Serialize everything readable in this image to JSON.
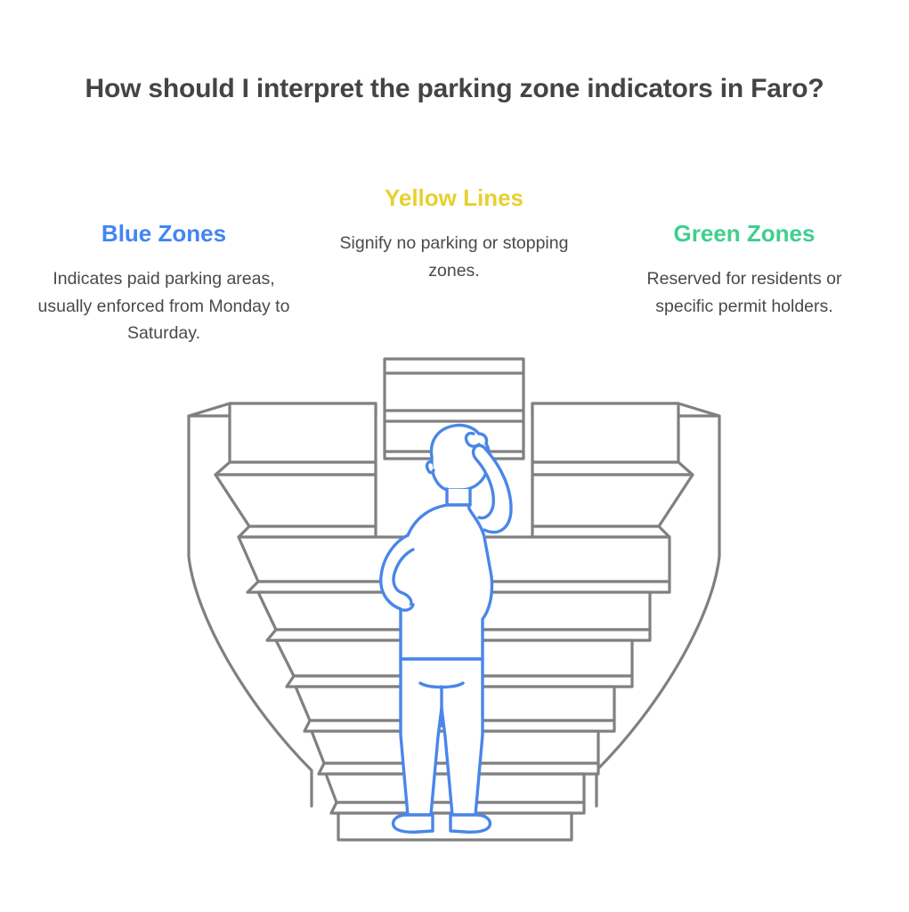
{
  "page": {
    "title": "How should I interpret the parking zone indicators in Faro?",
    "background_color": "#ffffff",
    "text_color": "#4a4a4a"
  },
  "zones": [
    {
      "heading": "Blue Zones",
      "description": "Indicates paid parking areas, usually enforced from Monday to Saturday.",
      "color": "#4285f4"
    },
    {
      "heading": "Yellow Lines",
      "description": "Signify no parking or stopping zones.",
      "color": "#e8d02e"
    },
    {
      "heading": "Green Zones",
      "description": "Reserved for residents or specific permit holders.",
      "color": "#3ecf8e"
    }
  ],
  "illustration": {
    "name": "confused-person-on-stepped-amphitheater-stairs",
    "line_color": "#808080",
    "figure_color": "#4a86e8",
    "figure_pose": "standing, back to viewer, hand scratching head",
    "structure": "symmetric descending stepped amphitheater with central pillar and curved outer walls"
  }
}
